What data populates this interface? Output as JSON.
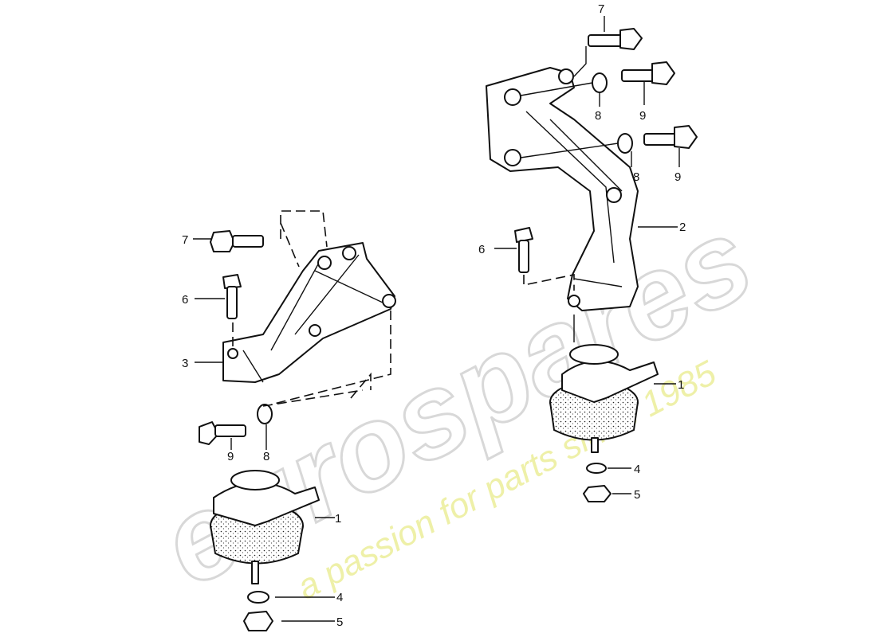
{
  "watermark": {
    "brand": "eurospares",
    "tagline": "a passion for parts since 1985"
  },
  "callouts": {
    "right": [
      "7",
      "8",
      "9",
      "8",
      "9",
      "2",
      "6",
      "1",
      "4",
      "5"
    ],
    "left": [
      "7",
      "6",
      "3",
      "9",
      "8",
      "1",
      "4",
      "5"
    ]
  }
}
